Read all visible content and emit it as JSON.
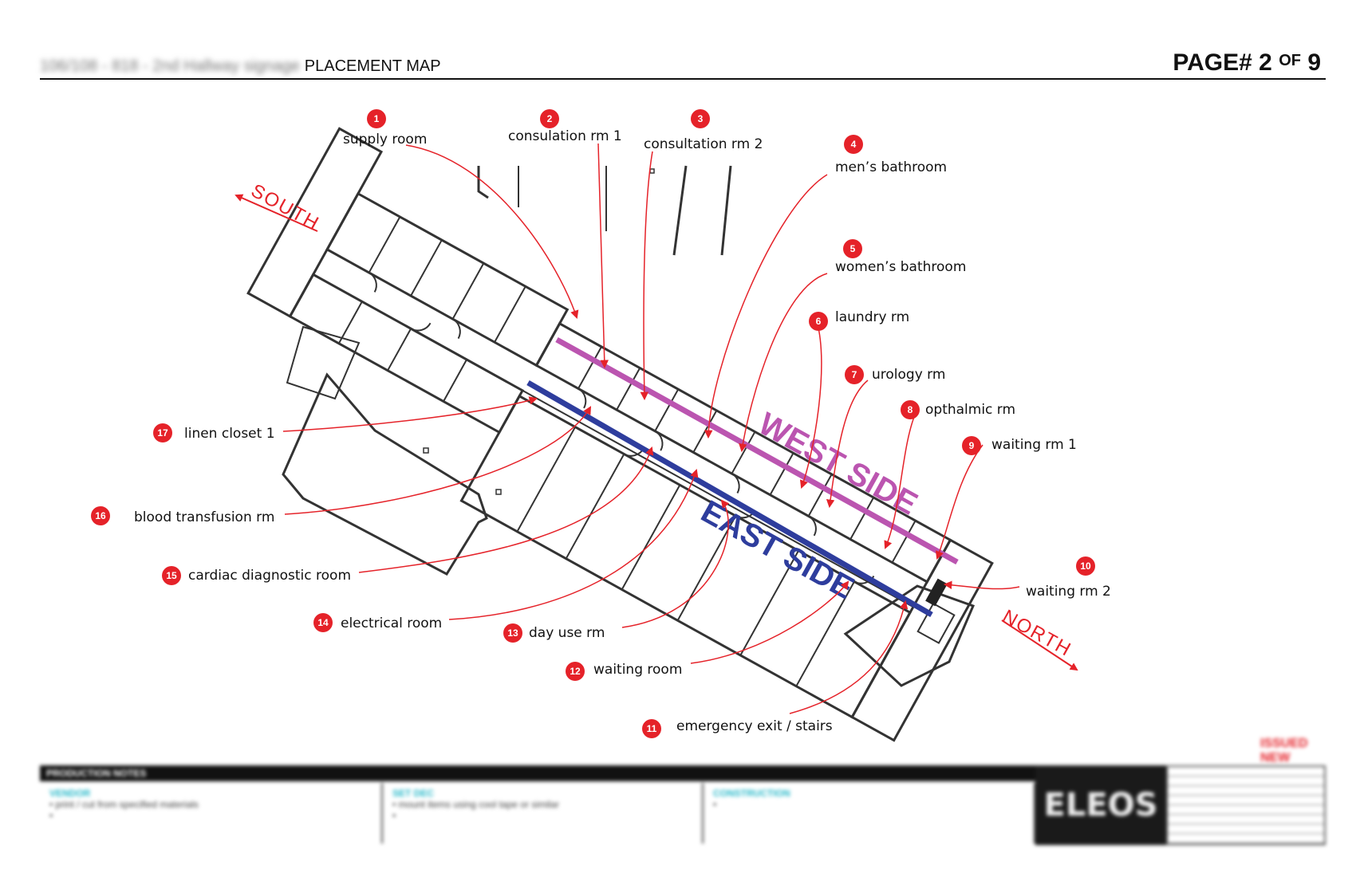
{
  "header": {
    "title_blurred": "106/108 - 818 - 2nd Hallway signage",
    "title": "PLACEMENT MAP",
    "page_prefix": "PAGE# 2",
    "page_of": "OF",
    "page_total": "9"
  },
  "compass": {
    "south": "SOUTH",
    "north": "NORTH"
  },
  "sides": {
    "west": "WEST SIDE",
    "east": "EAST SIDE"
  },
  "colors": {
    "callout": "#e52229",
    "west_side": "#bb55b0",
    "east_side": "#2e3d9d"
  },
  "callouts": [
    {
      "number": "1",
      "label": "supply room"
    },
    {
      "number": "2",
      "label": "consulation rm 1"
    },
    {
      "number": "3",
      "label": "consultation rm 2"
    },
    {
      "number": "4",
      "label": "men’s bathroom"
    },
    {
      "number": "5",
      "label": "women’s bathroom"
    },
    {
      "number": "6",
      "label": "laundry rm"
    },
    {
      "number": "7",
      "label": "urology rm"
    },
    {
      "number": "8",
      "label": "opthalmic rm"
    },
    {
      "number": "9",
      "label": "waiting rm 1"
    },
    {
      "number": "10",
      "label": "waiting rm 2"
    },
    {
      "number": "11",
      "label": "emergency exit / stairs"
    },
    {
      "number": "12",
      "label": "waiting room"
    },
    {
      "number": "13",
      "label": "day use rm"
    },
    {
      "number": "14",
      "label": "electrical room"
    },
    {
      "number": "15",
      "label": "cardiac diagnostic room"
    },
    {
      "number": "16",
      "label": "blood transfusion rm"
    },
    {
      "number": "17",
      "label": "linen closet 1"
    }
  ],
  "footer": {
    "section_title": "PRODUCTION NOTES",
    "vendor_heading": "VENDOR",
    "vendor_note": "• print / cut from specified materials",
    "setup_heading": "SET DEC",
    "setup_note": "• mount items using cool tape or similar",
    "construction_heading": "CONSTRUCTION",
    "bullet": "•",
    "logo": "ELEOS",
    "stamp": "ISSUED NEW"
  }
}
